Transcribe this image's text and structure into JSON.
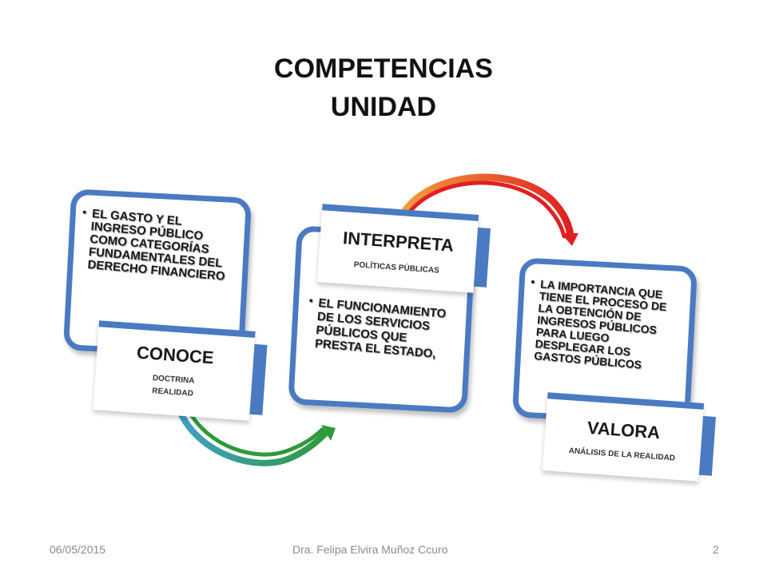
{
  "title": {
    "line1": "COMPETENCIAS",
    "line2": "UNIDAD"
  },
  "cards": [
    {
      "bullet": "EL GASTO Y EL INGRESO PÚBLICO COMO CATEGORÍAS FUNDAMENTALES DEL DERECHO FINANCIERO",
      "label": "CONOCE",
      "sub": [
        "DOCTRINA",
        "REALIDAD"
      ]
    },
    {
      "bullet": "EL FUNCIONAMIENTO DE LOS SERVICIOS PÚBLICOS QUE PRESTA EL ESTADO,",
      "label": "INTERPRETA",
      "sub": [
        "POLÍTICAS PÚBLICAS"
      ]
    },
    {
      "bullet": "LA IMPORTANCIA QUE TIENE EL PROCESO DE LA OBTENCIÓN DE INGRESOS PÚBLICOS PARA LUEGO DESPLEGAR LOS GASTOS PÚBLICOS",
      "label": "VALORA",
      "sub": [
        "ANÁLISIS DE LA REALIDAD"
      ]
    }
  ],
  "colors": {
    "card_border": "#4a7ac2",
    "arrow1_a": "#3fa0c8",
    "arrow1_b": "#2e9a3a",
    "arrow2_a": "#f0a040",
    "arrow2_b": "#e02020"
  },
  "footer": {
    "date": "06/05/2015",
    "author": "Dra. Felipa  Elvira Muñoz Ccuro",
    "page": "2"
  }
}
